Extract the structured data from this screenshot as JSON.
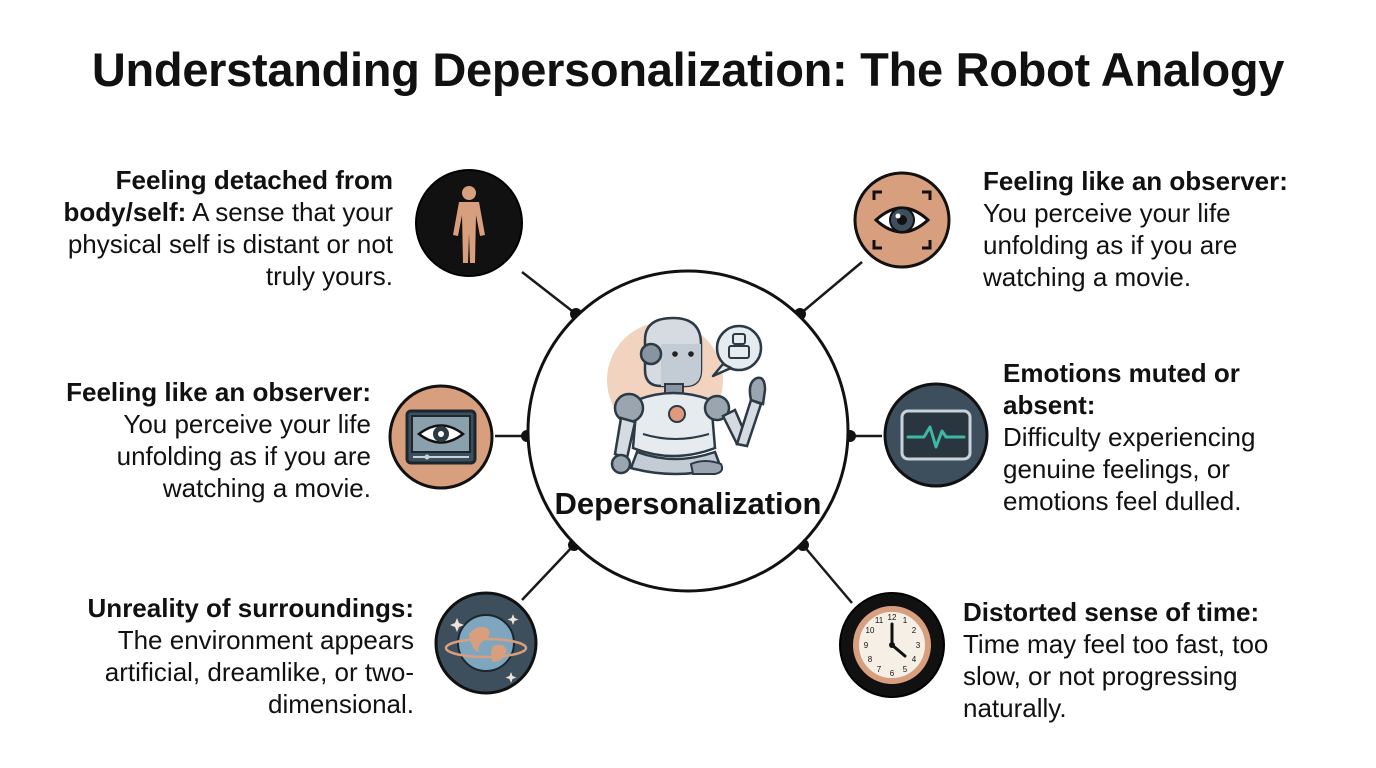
{
  "title": "Understanding Depersonalization: The Robot Analogy",
  "hub": {
    "label": "Depersonalization"
  },
  "items": [
    {
      "heading": "Feeling detached from body/self:",
      "body": " A sense that your physical self is distant or not truly yours.",
      "icon": "human-silhouette-icon"
    },
    {
      "heading": "Feeling like an observer:",
      "body": "You perceive your life unfolding as if you are watching a movie.",
      "icon": "screen-eye-icon"
    },
    {
      "heading": "Unreality of surroundings:",
      "body": "The environment appears artificial, dreamlike, or two-dimensional.",
      "icon": "globe-icon"
    },
    {
      "heading": "Feeling like an observer:",
      "body": "You perceive your life unfolding as if you are watching a movie.",
      "icon": "focus-eye-icon"
    },
    {
      "heading": "Emotions muted or absent:",
      "body": "Difficulty experiencing genuine feelings, or emotions feel dulled.",
      "icon": "heart-monitor-icon"
    },
    {
      "heading": "Distorted sense of time:",
      "body": "Time may feel too fast, too slow, or not progressing naturally.",
      "icon": "clock-icon"
    }
  ],
  "colors": {
    "peach": "#d89f7e",
    "slate": "#3d4f5c",
    "dark": "#111111",
    "teal": "#3fb7a5"
  }
}
